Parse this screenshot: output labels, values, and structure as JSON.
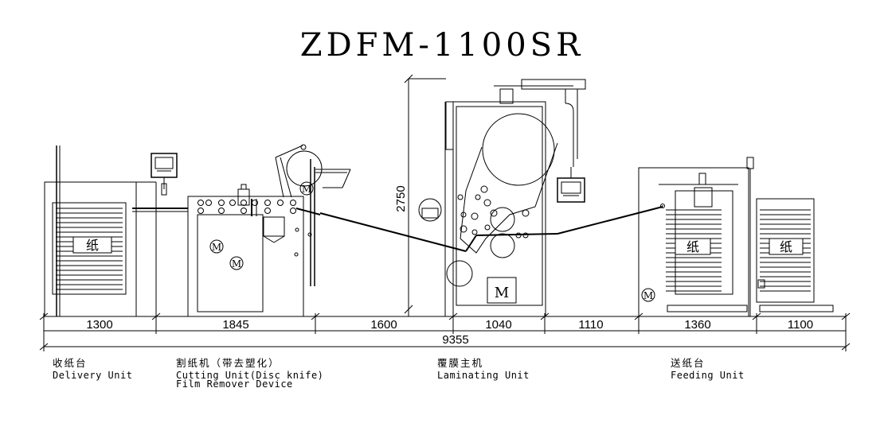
{
  "title": "ZDFM-1100SR",
  "paper_label": "纸",
  "motor_label": "M",
  "height_dim": "2750",
  "segments": [
    "1300",
    "1845",
    "1600",
    "1040",
    "1110",
    "1360",
    "1100"
  ],
  "total_dim": "9355",
  "units": [
    {
      "cn": "收纸台",
      "en": [
        "Delivery Unit"
      ]
    },
    {
      "cn": "割纸机（带去塑化）",
      "en": [
        "Cutting Unit(Disc knife)",
        "Film Remover Device"
      ]
    },
    {
      "cn": "覆膜主机",
      "en": [
        "Laminating Unit"
      ]
    },
    {
      "cn": "送纸台",
      "en": [
        "Feeding Unit"
      ]
    }
  ]
}
